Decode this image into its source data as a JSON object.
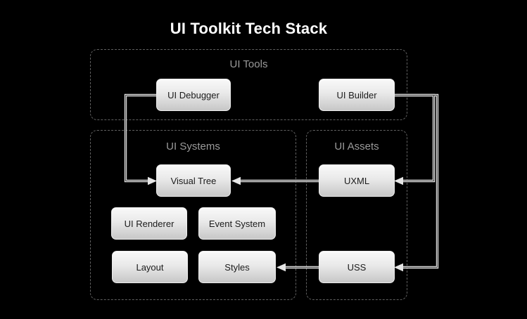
{
  "title": "UI Toolkit Tech Stack",
  "diagram": {
    "groups": [
      {
        "id": "ui-tools",
        "label": "UI Tools"
      },
      {
        "id": "ui-systems",
        "label": "UI Systems"
      },
      {
        "id": "ui-assets",
        "label": "UI Assets"
      }
    ],
    "nodes": [
      {
        "id": "ui-debugger",
        "label": "UI Debugger",
        "group": "ui-tools"
      },
      {
        "id": "ui-builder",
        "label": "UI Builder",
        "group": "ui-tools"
      },
      {
        "id": "visual-tree",
        "label": "Visual Tree",
        "group": "ui-systems"
      },
      {
        "id": "ui-renderer",
        "label": "UI Renderer",
        "group": "ui-systems"
      },
      {
        "id": "event-system",
        "label": "Event System",
        "group": "ui-systems"
      },
      {
        "id": "layout",
        "label": "Layout",
        "group": "ui-systems"
      },
      {
        "id": "styles",
        "label": "Styles",
        "group": "ui-systems"
      },
      {
        "id": "uxml",
        "label": "UXML",
        "group": "ui-assets"
      },
      {
        "id": "uss",
        "label": "USS",
        "group": "ui-assets"
      }
    ],
    "edges": [
      {
        "from": "ui-debugger",
        "to": "visual-tree"
      },
      {
        "from": "ui-builder",
        "to": "uxml"
      },
      {
        "from": "ui-builder",
        "to": "uss"
      },
      {
        "from": "uxml",
        "to": "visual-tree"
      },
      {
        "from": "uss",
        "to": "styles"
      }
    ]
  },
  "colors": {
    "background": "#000000",
    "title_text": "#ffffff",
    "group_border": "#606060",
    "group_label": "#9a9a9a",
    "node_fill_top": "#f9f9f9",
    "node_fill_bottom": "#c7c7c7",
    "node_border": "#ededed",
    "node_text": "#1b1b1b",
    "connector": "#ececec"
  }
}
